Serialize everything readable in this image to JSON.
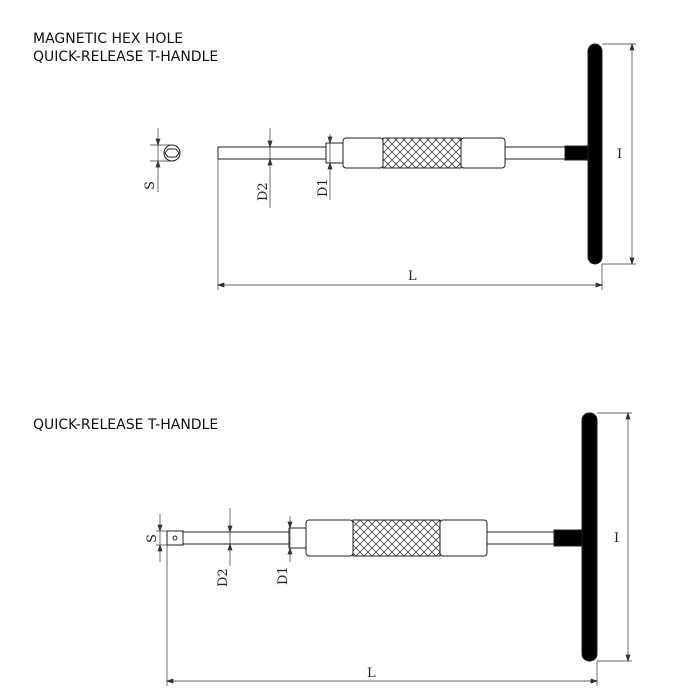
{
  "figure1": {
    "title_line1": "MAGNETIC HEX HOLE",
    "title_line2": "QUICK-RELEASE T-HANDLE",
    "labels": {
      "s": "S",
      "d2": "D2",
      "d1": "D1",
      "i": "I",
      "l": "L"
    }
  },
  "figure2": {
    "title": "QUICK-RELEASE T-HANDLE",
    "labels": {
      "s": "S",
      "d2": "D2",
      "d1": "D1",
      "i": "I",
      "l": "L"
    }
  },
  "colors": {
    "line": "#222222",
    "handle": "#000000"
  }
}
